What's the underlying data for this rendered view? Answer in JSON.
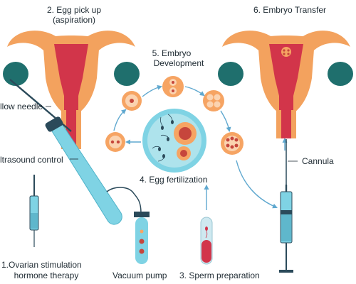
{
  "diagram": {
    "steps": {
      "egg_pickup_line1": "2. Egg pick up",
      "egg_pickup_line2": "(aspiration)",
      "embryo_transfer": "6. Embryo Transfer",
      "embryo_dev_line1": "5. Embryo",
      "embryo_dev_line2": "Development",
      "egg_fertilization": "4. Egg fertilization",
      "ovarian_line1": "1.Ovarian stimulation",
      "ovarian_line2": "hormone therapy",
      "sperm_preparation": "3. Sperm preparation"
    },
    "labels": {
      "needle": "llow needle",
      "ultrasound": "ltrasound control",
      "cannula": "Cannula",
      "vacuum_pump": "Vacuum pump"
    },
    "colors": {
      "uterus_orange": "#f3a25e",
      "uterus_red": "#d2354a",
      "ovary_teal": "#1f6f6d",
      "cell_outer": "#f6a463",
      "cell_inner": "#c6463c",
      "arrow_blue": "#5fa8cf",
      "tube_blue": "#7fd3e4",
      "dark_navy": "#2b4a5a"
    }
  }
}
